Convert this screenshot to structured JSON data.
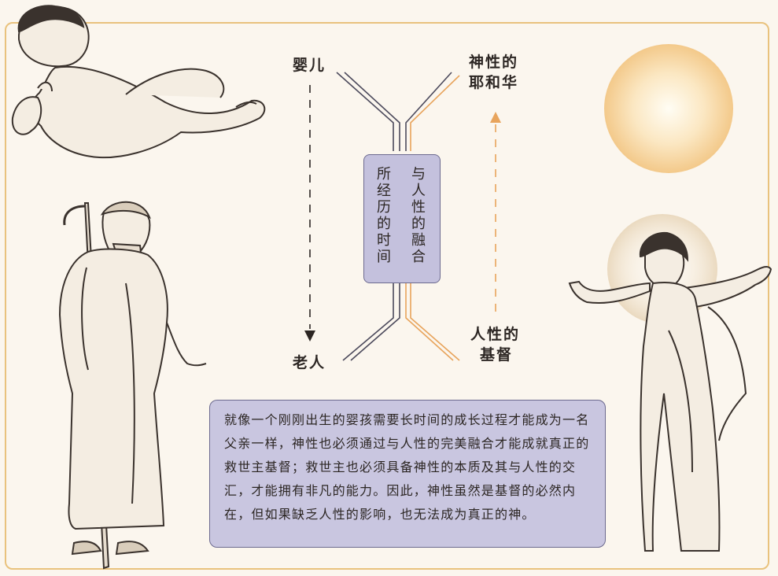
{
  "labels": {
    "baby": "婴儿",
    "old_man": "老人",
    "divine_top_line1": "神性的",
    "divine_top_line2": "耶和华",
    "human_bottom_line1": "人性的",
    "human_bottom_line2": "基督"
  },
  "center_box": {
    "left_text": "所经历的时间",
    "right_text": "与人性的融合"
  },
  "paragraph": "就像一个刚刚出生的婴孩需要长时间的成长过程才能成为一名父亲一样，神性也必须通过与人性的完美融合才能成就真正的救世主基督；救世主也必须具备神性的本质及其与人性的交汇，才能拥有非凡的能力。因此，神性虽然是基督的必然内在，但如果缺乏人性的影响，也无法成为真正的神。",
  "colors": {
    "border": "#e9c27d",
    "background": "#fbf6ee",
    "box_fill": "#c4c1dd",
    "box_border": "#6c6a8f",
    "orange_line": "#e8a45c",
    "gray_line": "#4c4a5c"
  }
}
